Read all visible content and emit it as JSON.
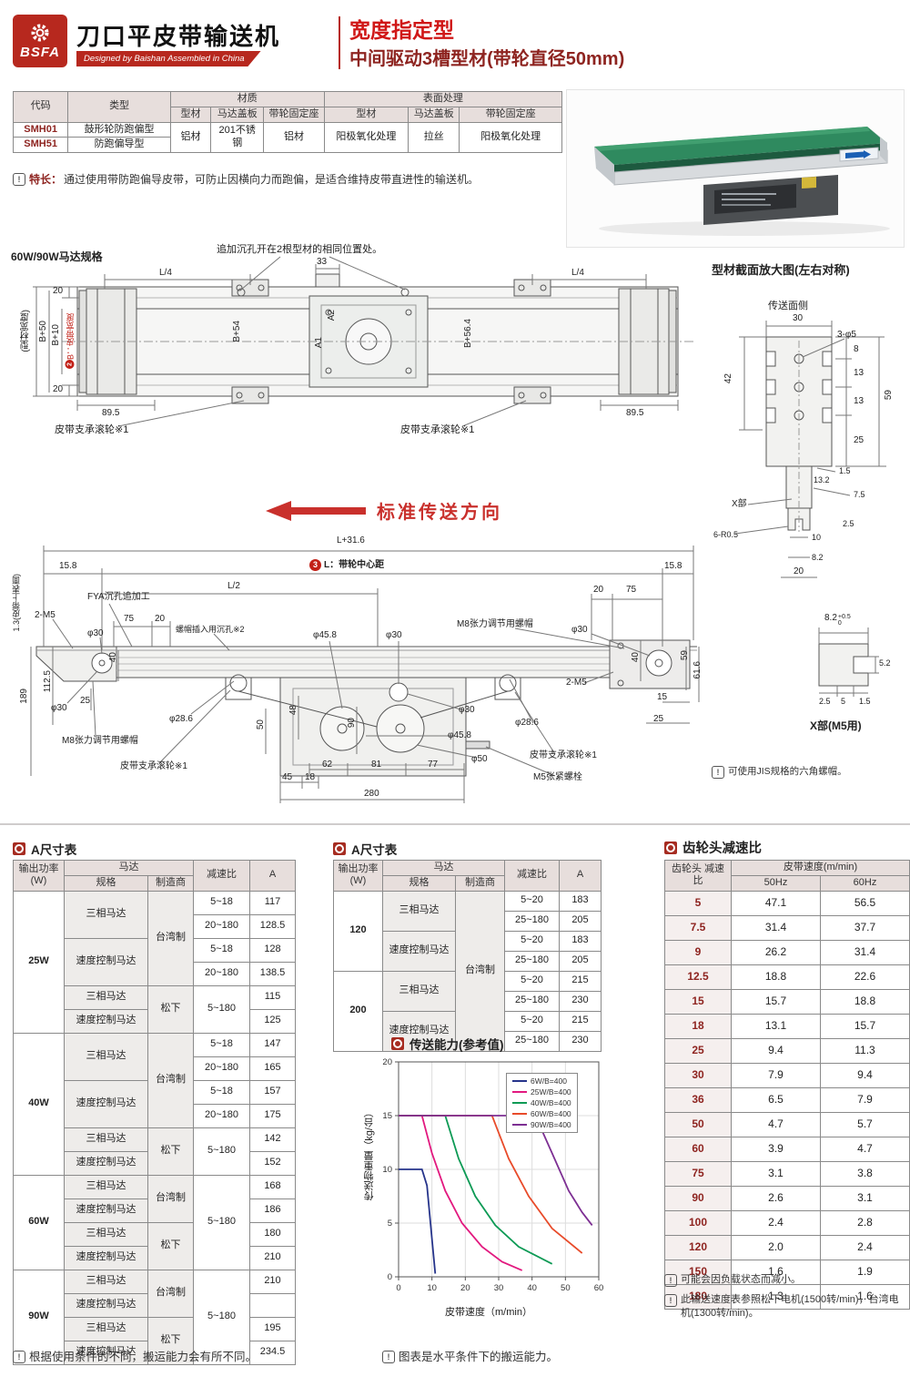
{
  "header": {
    "logo_text": "BSFA",
    "logo_sub": "Designed by Baishan Assembled in China",
    "product_title": "刀口平皮带输送机",
    "type_label": "宽度指定型",
    "model_label": "中间驱动3槽型材(带轮直径50mm)"
  },
  "icons": {
    "note": "!"
  },
  "spec_table": {
    "col_code": "代码",
    "col_type": "类型",
    "col_material": "材质",
    "col_surface": "表面处理",
    "col_profile": "型材",
    "col_motor_cover": "马达盖板",
    "col_pulley_mount": "带轮固定座",
    "rows": [
      {
        "code": "SMH01",
        "type": "鼓形轮防跑偏型"
      },
      {
        "code": "SMH51",
        "type": "防跑偏导型"
      }
    ],
    "material_profile": "铝材",
    "material_motor_cover": "201不锈钢",
    "material_pulley_mount": "铝材",
    "surface_profile": "阳极氧化处理",
    "surface_motor_cover": "拉丝",
    "surface_pulley_mount": "阳极氧化处理"
  },
  "feature_note": {
    "label": "特长：",
    "text": "通过使用带防跑偏导皮带，可防止因横向力而跑偏，是适合维持皮带直进性的输送机。"
  },
  "drawing_top": {
    "motor_spec": "60W/90W马达规格",
    "hole_note": "追加沉孔开在2根型材的相同位置处。",
    "belt_width_marker": "2",
    "belt_width_note": "B：皮带宽度",
    "roller_label": "皮带支承滚轮※1",
    "dims": {
      "d20": "20",
      "l4": "L/4",
      "d33": "33",
      "b50": "B+50",
      "b10": "B+10",
      "profile_width": "(型材宽度)",
      "a2": "A2",
      "a1": "A1",
      "b54": "B+54",
      "b564": "B+56.4",
      "d895": "89.5"
    }
  },
  "cross_section": {
    "title": "型材截面放大图(左右对称)",
    "surface_label": "传送面侧",
    "dims": {
      "d30": "30",
      "holes": "3-φ5",
      "d8": "8",
      "d42": "42",
      "d13": "13",
      "d59": "59",
      "d25": "25",
      "d1_5": "1.5",
      "d7_5": "7.5",
      "d13_2": "13.2",
      "x_label": "X部",
      "r": "6-R0.5",
      "d10": "10",
      "d8_2": "8.2",
      "d20": "20",
      "d2_5": "2.5"
    }
  },
  "direction_label": "标准传送方向",
  "drawing_side": {
    "marker": "3",
    "dims": {
      "l31_6": "L+31.6",
      "l_center": "L：带轮中心距",
      "l2": "L/2",
      "d15_8": "15.8",
      "belt_top": "1.3(皮带上表面)",
      "m5": "2-M5",
      "fya": "FYA沉孔追加工",
      "d75": "75",
      "d20": "20",
      "nut_hole": "螺帽插入用沉孔※2",
      "m8_nut": "M8张力调节用螺帽",
      "phi30": "φ30",
      "d40": "40",
      "d112_5": "112.5",
      "d189": "189",
      "d25": "25",
      "phi28_6": "φ28.6",
      "d48": "48",
      "d50": "50",
      "d90": "90",
      "phi45_8": "φ45.8",
      "d62": "62",
      "d81": "81",
      "d77": "77",
      "d18": "18",
      "d280": "280",
      "d45": "45",
      "m5_bolt": "M5张紧螺栓",
      "phi50": "φ50",
      "roller": "皮带支承滚轮※1",
      "d59": "59",
      "d61_6": "61.6",
      "d15": "15"
    }
  },
  "x_detail": {
    "title": "X部(M5用)",
    "d8_2": "8.2",
    "tol_plus": "+0.5",
    "tol_zero": "0",
    "d5_2": "5.2",
    "d2_5": "2.5",
    "d5": "5",
    "d1_5": "1.5",
    "note": "可使用JIS规格的六角螺帽。"
  },
  "a_table_left": {
    "title": "A尺寸表",
    "h_power": "输出功率 (W)",
    "h_motor": "马达",
    "h_spec": "规格",
    "h_maker": "制造商",
    "h_ratio": "减速比",
    "h_a": "A",
    "groups": [
      {
        "power": "25W",
        "rows": [
          {
            "spec": "三相马达",
            "maker": "台湾制",
            "ratio": "5~18",
            "a": "117"
          },
          {
            "ratio": "20~180",
            "a": "128.5"
          },
          {
            "spec": "速度控制马达",
            "ratio": "5~18",
            "a": "128"
          },
          {
            "ratio": "20~180",
            "a": "138.5"
          },
          {
            "spec": "三相马达",
            "maker": "松下",
            "ratio": "5~180",
            "a": "115"
          },
          {
            "spec": "速度控制马达",
            "a": "125"
          }
        ]
      },
      {
        "power": "40W",
        "rows": [
          {
            "spec": "三相马达",
            "maker": "台湾制",
            "ratio": "5~18",
            "a": "147"
          },
          {
            "ratio": "20~180",
            "a": "165"
          },
          {
            "spec": "速度控制马达",
            "ratio": "5~18",
            "a": "157"
          },
          {
            "ratio": "20~180",
            "a": "175"
          },
          {
            "spec": "三相马达",
            "maker": "松下",
            "ratio": "5~180",
            "a": "142"
          },
          {
            "spec": "速度控制马达",
            "a": "152"
          }
        ]
      },
      {
        "power": "60W",
        "rows": [
          {
            "spec": "三相马达",
            "maker": "台湾制",
            "ratio": "5~180",
            "a": "168"
          },
          {
            "spec": "速度控制马达",
            "a": "186"
          },
          {
            "spec": "三相马达",
            "maker": "松下",
            "a": "180"
          },
          {
            "spec": "速度控制马达",
            "a": "210"
          }
        ]
      },
      {
        "power": "90W",
        "rows": [
          {
            "spec": "三相马达",
            "maker": "台湾制",
            "ratio": "5~180",
            "a": "210"
          },
          {
            "spec": "速度控制马达",
            "a": ""
          },
          {
            "spec": "三相马达",
            "maker": "松下",
            "a": "195"
          },
          {
            "spec": "速度控制马达",
            "a": "234.5"
          }
        ]
      }
    ]
  },
  "a_table_mid": {
    "title": "A尺寸表",
    "h_power": "输出功率 (W)",
    "h_motor": "马达",
    "h_spec": "规格",
    "h_maker": "制造商",
    "h_ratio": "减速比",
    "h_a": "A",
    "groups": [
      {
        "power": "120",
        "rows": [
          {
            "spec": "三相马达",
            "maker": "台湾制",
            "ratio": "5~20",
            "a": "183"
          },
          {
            "ratio": "25~180",
            "a": "205"
          },
          {
            "spec": "速度控制马达",
            "ratio": "5~20",
            "a": "183"
          },
          {
            "ratio": "25~180",
            "a": "205"
          }
        ]
      },
      {
        "power": "200",
        "rows": [
          {
            "spec": "三相马达",
            "ratio": "5~20",
            "a": "215"
          },
          {
            "ratio": "25~180",
            "a": "230"
          },
          {
            "spec": "速度控制马达",
            "ratio": "5~20",
            "a": "215"
          },
          {
            "ratio": "25~180",
            "a": "230"
          }
        ]
      }
    ]
  },
  "gear_table": {
    "title": "齿轮头减速比",
    "h_ratio": "齿轮头 减速比",
    "h_speed": "皮带速度(m/min)",
    "h_50": "50Hz",
    "h_60": "60Hz",
    "rows": [
      [
        "5",
        "47.1",
        "56.5"
      ],
      [
        "7.5",
        "31.4",
        "37.7"
      ],
      [
        "9",
        "26.2",
        "31.4"
      ],
      [
        "12.5",
        "18.8",
        "22.6"
      ],
      [
        "15",
        "15.7",
        "18.8"
      ],
      [
        "18",
        "13.1",
        "15.7"
      ],
      [
        "25",
        "9.4",
        "11.3"
      ],
      [
        "30",
        "7.9",
        "9.4"
      ],
      [
        "36",
        "6.5",
        "7.9"
      ],
      [
        "50",
        "4.7",
        "5.7"
      ],
      [
        "60",
        "3.9",
        "4.7"
      ],
      [
        "75",
        "3.1",
        "3.8"
      ],
      [
        "90",
        "2.6",
        "3.1"
      ],
      [
        "100",
        "2.4",
        "2.8"
      ],
      [
        "120",
        "2.0",
        "2.4"
      ],
      [
        "150",
        "1.6",
        "1.9"
      ],
      [
        "180",
        "1.3",
        "1.6"
      ]
    ]
  },
  "notes": {
    "load": "可能会因负载状态而减小。",
    "speed_ref": "此输送速度表参照松下电机(1500转/min)，台湾电机(1300转/min)。",
    "capacity_vary": "根据使用条件的不同，搬运能力会有所不同。",
    "horizontal": "图表是水平条件下的搬运能力。"
  },
  "chart_data": {
    "type": "line",
    "title": "传送能力(参考值)",
    "xlabel": "皮带速度（m/min）",
    "ylabel": "传送物重量（kg/台）",
    "xlim": [
      0,
      60
    ],
    "ylim": [
      0,
      20
    ],
    "xticks": [
      0,
      10,
      20,
      30,
      40,
      50,
      60
    ],
    "yticks": [
      0,
      5,
      10,
      15,
      20
    ],
    "grid": true,
    "legend_position": "top-right",
    "series": [
      {
        "name": "6W/B=400",
        "color": "#26348b",
        "points": [
          [
            0,
            10
          ],
          [
            7,
            10
          ],
          [
            8.5,
            8.5
          ],
          [
            10,
            3.5
          ],
          [
            11,
            0.3
          ]
        ]
      },
      {
        "name": "25W/B=400",
        "color": "#e2197f",
        "points": [
          [
            0,
            15
          ],
          [
            7,
            15
          ],
          [
            10,
            11.5
          ],
          [
            14,
            8
          ],
          [
            19,
            5
          ],
          [
            25,
            2.8
          ],
          [
            31,
            1.4
          ],
          [
            37,
            0.6
          ]
        ]
      },
      {
        "name": "40W/B=400",
        "color": "#0d9a55",
        "points": [
          [
            0,
            15
          ],
          [
            14,
            15
          ],
          [
            18,
            11
          ],
          [
            23,
            7.5
          ],
          [
            29,
            4.8
          ],
          [
            36,
            2.8
          ],
          [
            46,
            1.2
          ]
        ]
      },
      {
        "name": "60W/B=400",
        "color": "#e84b2a",
        "points": [
          [
            0,
            15
          ],
          [
            28,
            15
          ],
          [
            33,
            11
          ],
          [
            39,
            7.5
          ],
          [
            46,
            4.5
          ],
          [
            55,
            2.2
          ]
        ]
      },
      {
        "name": "90W/B=400",
        "color": "#7d2f93",
        "points": [
          [
            0,
            15
          ],
          [
            41,
            15
          ],
          [
            46,
            11.5
          ],
          [
            51,
            8
          ],
          [
            55,
            6
          ],
          [
            58,
            4.8
          ]
        ]
      }
    ]
  }
}
